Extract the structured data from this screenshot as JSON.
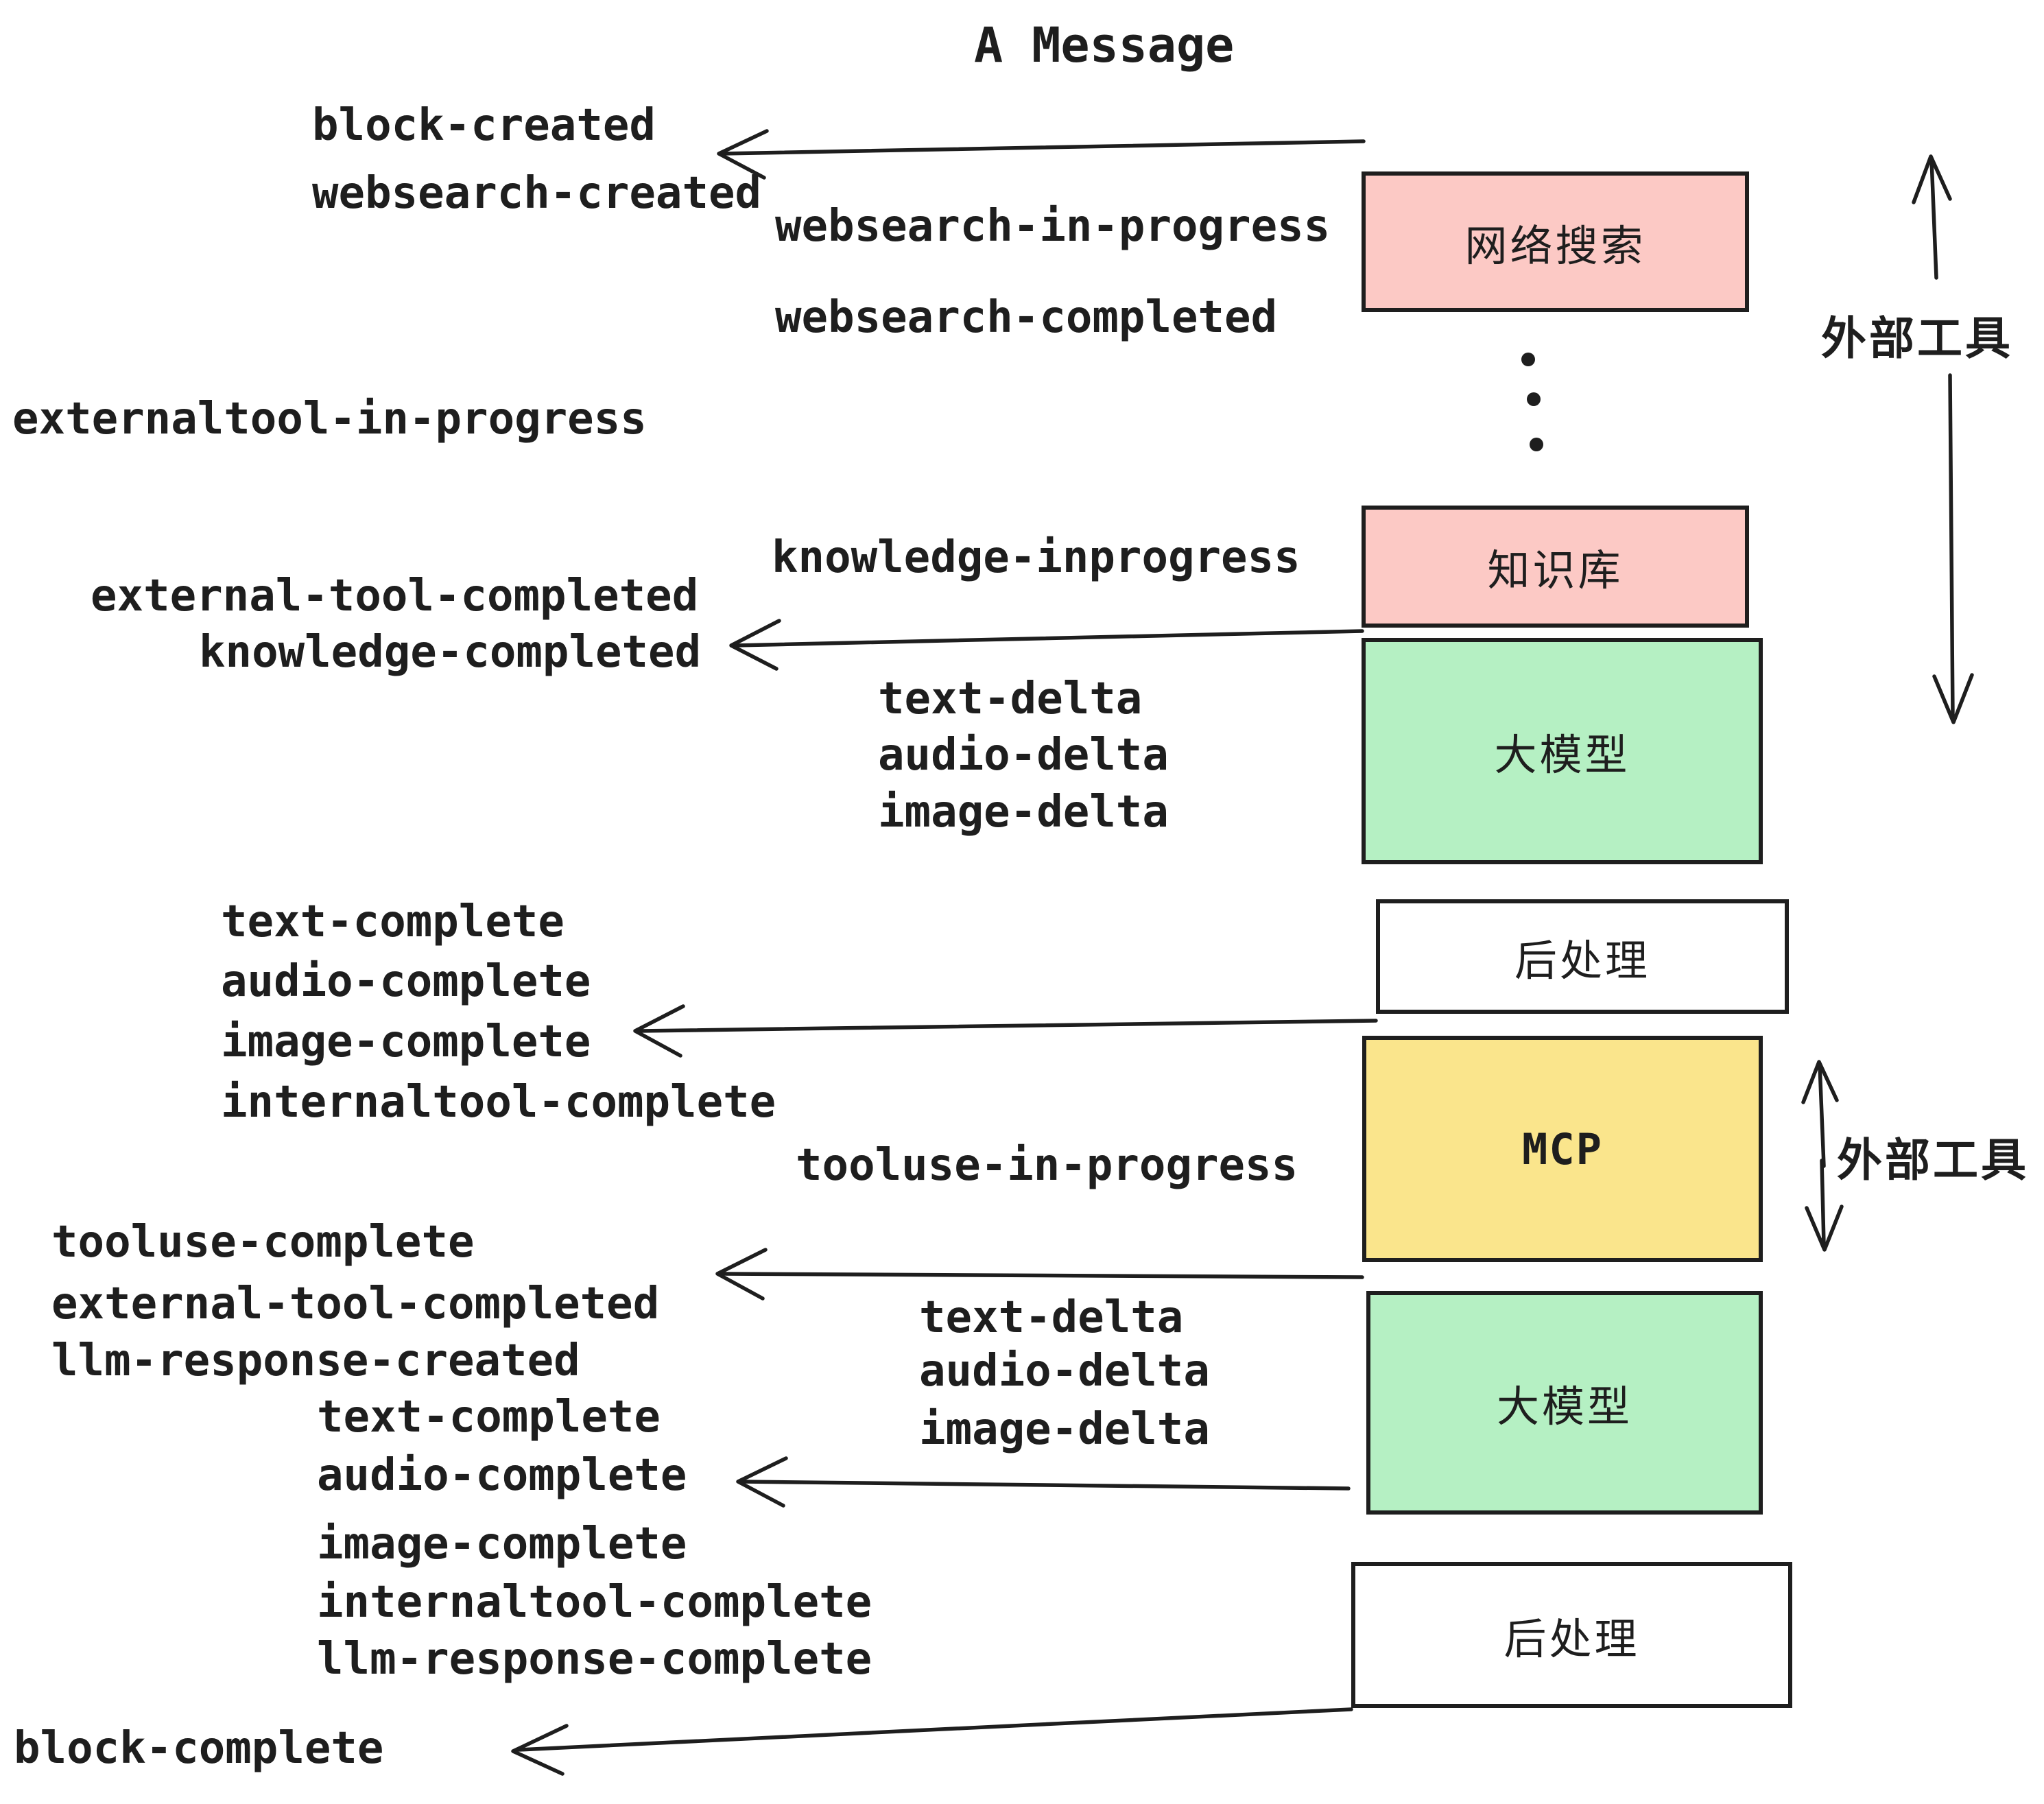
{
  "title": "A Message",
  "colors": {
    "box_border": "#1e1e1e",
    "text": "#1e1e1e",
    "pink": "#fcc9c5",
    "green": "#b5f0c3",
    "yellow": "#fae58c",
    "white": "#ffffff"
  },
  "boxes": {
    "websearch": "网络搜索",
    "knowledge": "知识库",
    "llm1": "大模型",
    "post1": "后处理",
    "mcp": "MCP",
    "llm2": "大模型",
    "post2": "后处理"
  },
  "annotations": {
    "external_tools_1": "外部工具",
    "external_tools_2": "外部工具"
  },
  "events": {
    "block_created": "block-created",
    "websearch_created": "websearch-created",
    "websearch_in_progress": "websearch-in-progress",
    "websearch_completed": "websearch-completed",
    "externaltool_in_progress": "externaltool-in-progress",
    "external_tool_completed_1": "external-tool-completed",
    "knowledge_inprogress": "knowledge-inprogress",
    "knowledge_completed": "knowledge-completed",
    "text_delta_1": "text-delta",
    "audio_delta_1": "audio-delta",
    "image_delta_1": "image-delta",
    "text_complete_1": "text-complete",
    "audio_complete_1": "audio-complete",
    "image_complete_1": "image-complete",
    "internaltool_complete_1": "internaltool-complete",
    "tooluse_in_progress": "tooluse-in-progress",
    "tooluse_complete": "tooluse-complete",
    "external_tool_completed_2": "external-tool-completed",
    "llm_response_created": "llm-response-created",
    "text_complete_2": "text-complete",
    "audio_complete_2": "audio-complete",
    "text_delta_2": "text-delta",
    "audio_delta_2": "audio-delta",
    "image_delta_2": "image-delta",
    "image_complete_2": "image-complete",
    "internaltool_complete_2": "internaltool-complete",
    "llm_response_complete": "llm-response-complete",
    "block_complete": "block-complete"
  }
}
